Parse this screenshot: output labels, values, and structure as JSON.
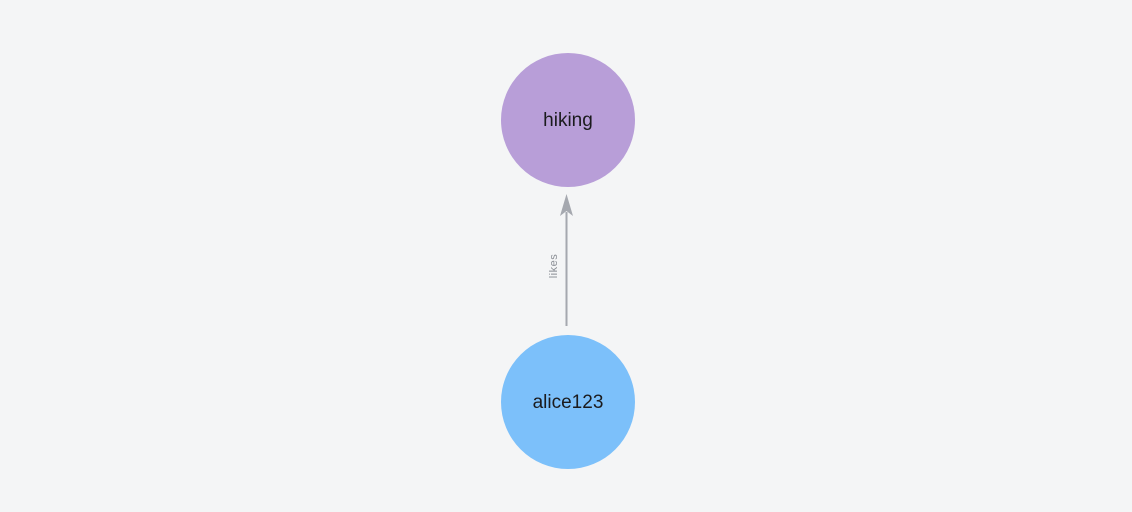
{
  "background_color": "#f4f5f6",
  "graph": {
    "nodes": [
      {
        "id": "hiking",
        "label": "hiking",
        "fill_color": "#b89ed8",
        "text_color": "#1b1b1d"
      },
      {
        "id": "alice123",
        "label": "alice123",
        "fill_color": "#7cc0fa",
        "text_color": "#1b1b1d"
      }
    ],
    "edges": [
      {
        "from": "alice123",
        "to": "hiking",
        "label": "likes",
        "line_color": "#a5a8af",
        "label_color": "#8a8e95"
      }
    ]
  }
}
